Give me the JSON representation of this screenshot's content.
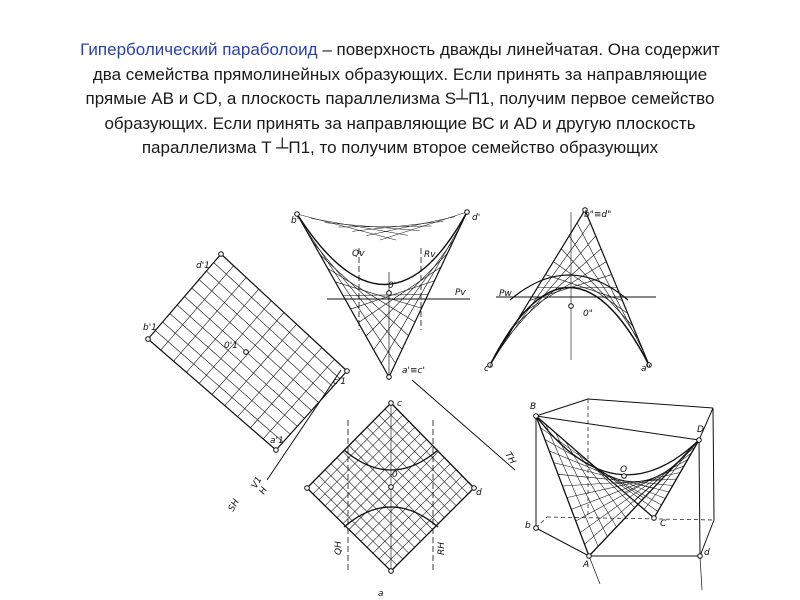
{
  "caption": {
    "term": "Гиперболический параболоид",
    "l1": " – поверхность дважды линейчатая. Она содержит",
    "l2": "два семейства прямолинейных образующих. Если принять за направляющие",
    "l3": "прямые АВ и CD, а плоскость параллелизма S┴П1, получим первое семейство",
    "l4": "образующих. Если принять за направляющие ВС и AD и другую плоскость",
    "l5": "параллелизма Т ┴П1, то получим второе семейство образующих"
  },
  "labels": {
    "left": {
      "d1": "d'1",
      "b1": "b'1",
      "o1": "0'1",
      "c1": "c'1",
      "a1": "a'1"
    },
    "top_middle": {
      "b": "b'",
      "d": "d'",
      "q": "Qv",
      "r": "Rv",
      "o": "0'",
      "p": "Pv",
      "ac": "a'≡c'"
    },
    "top_right": {
      "bd": "b\"≡d\"",
      "p": "Pw",
      "o": "0\"",
      "c": "c\"",
      "a": "a\""
    },
    "bottom_middle": {
      "c": "c",
      "o": "0",
      "d": "d",
      "a": "a",
      "q": "QH",
      "r": "RH",
      "t": "TH",
      "s": "SH",
      "v": "V1",
      "h": "H"
    },
    "bottom_right": {
      "B": "B",
      "D": "D",
      "O": "O",
      "C": "C",
      "b": "b",
      "A": "A",
      "d": "d"
    }
  }
}
